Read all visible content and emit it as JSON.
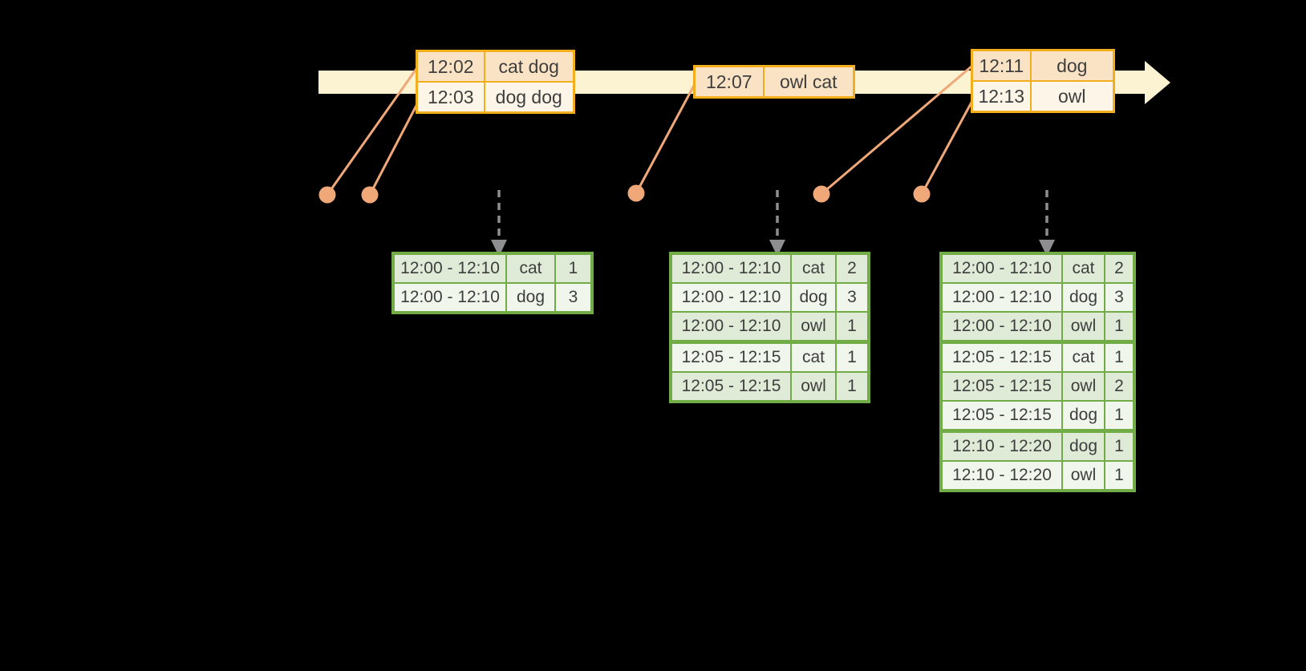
{
  "colors": {
    "background": "#000000",
    "timeline_band": "#FBF3D1",
    "event_table_border": "#F2AE1C",
    "event_row_dark": "#FAE3C4",
    "event_row_light": "#FDF5E7",
    "connector_and_dots": "#F0A878",
    "dashed_arrow_gray": "#8E8E90",
    "result_table_border": "#71AC47",
    "result_row_dark": "#E0EBD7",
    "result_row_light": "#F1F6ED",
    "text": "#3E3E3E"
  },
  "timeline": {
    "event_tables": [
      {
        "name": "events-12-02",
        "rows": [
          {
            "time": "12:02",
            "words": "cat dog"
          },
          {
            "time": "12:03",
            "words": "dog dog"
          }
        ]
      },
      {
        "name": "events-12-07",
        "rows": [
          {
            "time": "12:07",
            "words": "owl cat"
          }
        ]
      },
      {
        "name": "events-12-11",
        "rows": [
          {
            "time": "12:11",
            "words": "dog"
          },
          {
            "time": "12:13",
            "words": "owl"
          }
        ]
      }
    ]
  },
  "result_tables": [
    {
      "name": "result-table-1",
      "group_sizes": [
        2
      ],
      "rows": [
        {
          "window": "12:00 - 12:10",
          "word": "cat",
          "count": "1"
        },
        {
          "window": "12:00 - 12:10",
          "word": "dog",
          "count": "3"
        }
      ]
    },
    {
      "name": "result-table-2",
      "group_sizes": [
        3,
        2
      ],
      "rows": [
        {
          "window": "12:00 - 12:10",
          "word": "cat",
          "count": "2"
        },
        {
          "window": "12:00 - 12:10",
          "word": "dog",
          "count": "3"
        },
        {
          "window": "12:00 - 12:10",
          "word": "owl",
          "count": "1"
        },
        {
          "window": "12:05 - 12:15",
          "word": "cat",
          "count": "1"
        },
        {
          "window": "12:05 - 12:15",
          "word": "owl",
          "count": "1"
        }
      ]
    },
    {
      "name": "result-table-3",
      "group_sizes": [
        3,
        3,
        2
      ],
      "rows": [
        {
          "window": "12:00 - 12:10",
          "word": "cat",
          "count": "2"
        },
        {
          "window": "12:00 - 12:10",
          "word": "dog",
          "count": "3"
        },
        {
          "window": "12:00 - 12:10",
          "word": "owl",
          "count": "1"
        },
        {
          "window": "12:05 - 12:15",
          "word": "cat",
          "count": "1"
        },
        {
          "window": "12:05 - 12:15",
          "word": "owl",
          "count": "2"
        },
        {
          "window": "12:05 - 12:15",
          "word": "dog",
          "count": "1"
        },
        {
          "window": "12:10 - 12:20",
          "word": "dog",
          "count": "1"
        },
        {
          "window": "12:10 - 12:20",
          "word": "owl",
          "count": "1"
        }
      ]
    }
  ]
}
